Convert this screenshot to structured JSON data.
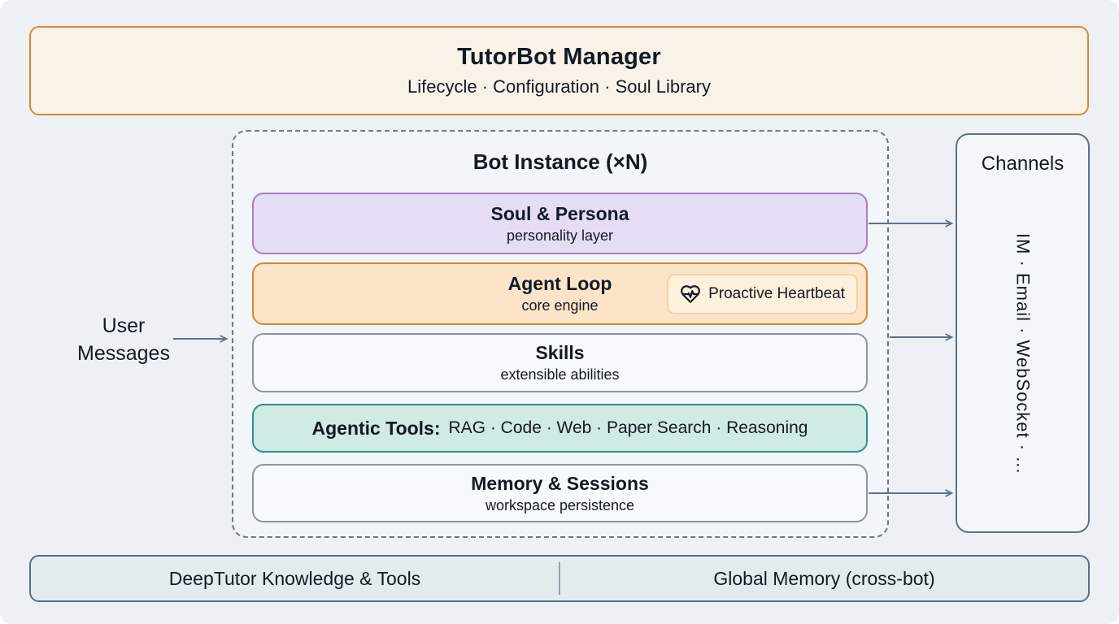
{
  "manager": {
    "title": "TutorBot Manager",
    "subtitle": "Lifecycle · Configuration · Soul Library"
  },
  "user_messages": {
    "label": "User Messages"
  },
  "bot_instance": {
    "title": "Bot Instance (×N)",
    "boxes": [
      {
        "id": "soul-persona",
        "title": "Soul & Persona",
        "subtitle": "personality layer"
      },
      {
        "id": "agent-loop",
        "title": "Agent Loop",
        "subtitle": "core engine",
        "badge": {
          "icon": "heart-pulse-icon",
          "label": "Proactive Heartbeat"
        }
      },
      {
        "id": "skills",
        "title": "Skills",
        "subtitle": "extensible abilities"
      },
      {
        "id": "agentic-tools",
        "prefix": "Agentic Tools:",
        "items": "RAG · Code · Web · Paper Search · Reasoning"
      },
      {
        "id": "memory-sessions",
        "title": "Memory & Sessions",
        "subtitle": "workspace persistence"
      }
    ]
  },
  "channels": {
    "title": "Channels",
    "items": "IM · Email · WebSocket · ..."
  },
  "foundation": {
    "left": "DeepTutor Knowledge & Tools",
    "right": "Global Memory (cross-bot)"
  },
  "colors": {
    "background": "#edf1f6",
    "manager_fill": "#f8f2e9",
    "manager_border": "#d9882f",
    "soul_fill": "#e5ddf3",
    "soul_border": "#a87ec8",
    "agent_fill": "#fce4c9",
    "agent_border": "#d9872b",
    "neutral_fill": "#f7fafc",
    "neutral_border": "#8a95a1",
    "tools_fill": "#d0eae6",
    "tools_border": "#2f9188",
    "channels_border": "#5f7283",
    "foundation_fill": "#e4ebef",
    "foundation_border": "#56707e",
    "arrow": "#5f7283",
    "text": "#131a24"
  }
}
